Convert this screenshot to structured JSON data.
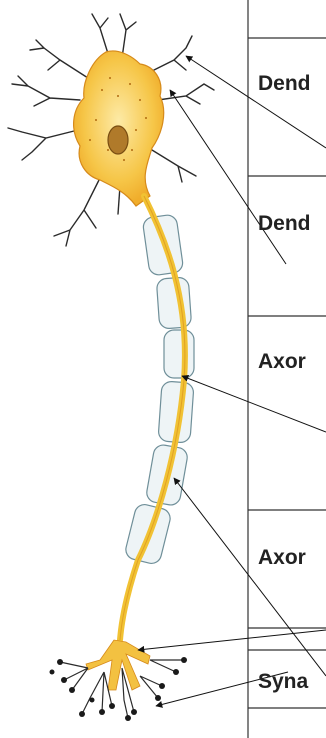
{
  "diagram": {
    "labels": [
      {
        "id": "dendrites-1",
        "text": "Dend"
      },
      {
        "id": "dendrites-2",
        "text": "Dend"
      },
      {
        "id": "axon-1",
        "text": "Axor"
      },
      {
        "id": "axon-2",
        "text": "Axor"
      },
      {
        "id": "synapse",
        "text": "Syna"
      }
    ]
  },
  "colors": {
    "cell_fill": "#f5c64a",
    "cell_light": "#fde9a0",
    "nucleus": "#b07a2a",
    "axon": "#f1c233",
    "myelin": "#eef4f6",
    "line": "#111111"
  }
}
